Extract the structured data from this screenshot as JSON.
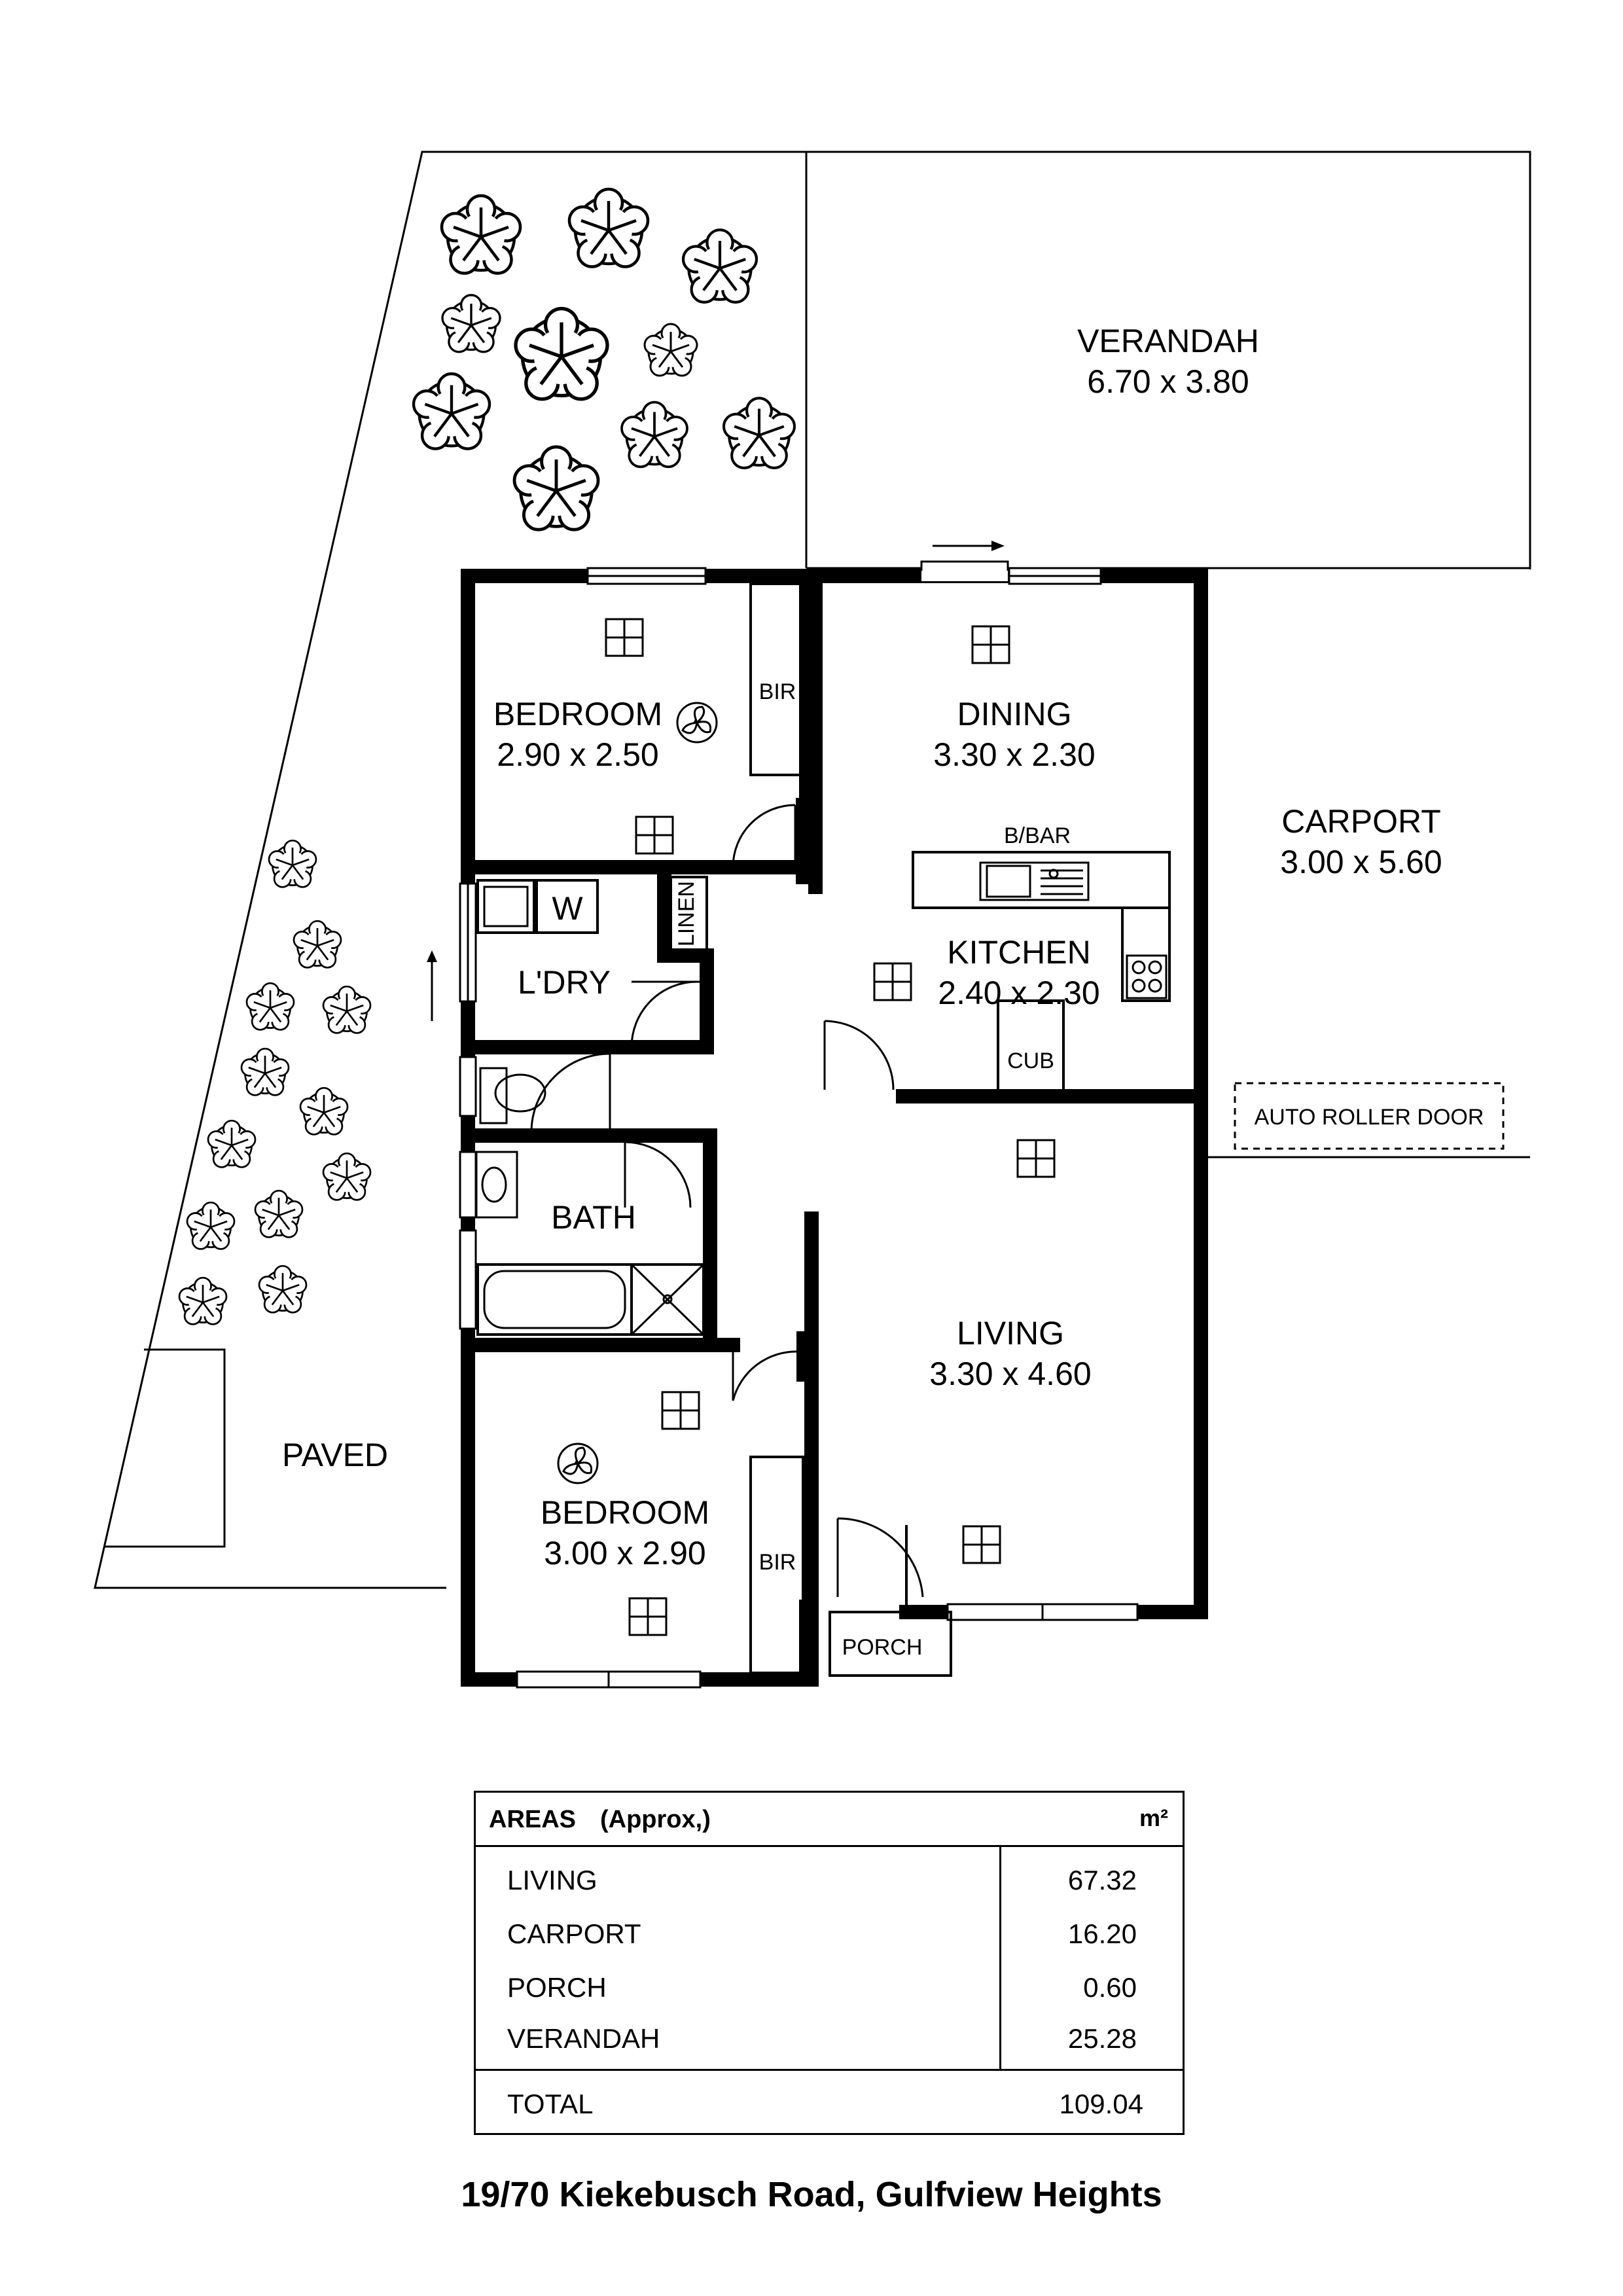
{
  "rooms": {
    "verandah": {
      "name": "VERANDAH",
      "dims": "6.70 x 3.80"
    },
    "bedroom1": {
      "name": "BEDROOM",
      "dims": "2.90 x 2.50"
    },
    "dining": {
      "name": "DINING",
      "dims": "3.30 x 2.30"
    },
    "carport": {
      "name": "CARPORT",
      "dims": "3.00 x 5.60"
    },
    "kitchen": {
      "name": "KITCHEN",
      "dims": "2.40 x 2.30"
    },
    "living": {
      "name": "LIVING",
      "dims": "3.30 x 4.60"
    },
    "bedroom2": {
      "name": "BEDROOM",
      "dims": "3.00 x 2.90"
    }
  },
  "labels": {
    "bir_top": "BIR",
    "bir_bottom": "BIR",
    "w": "W",
    "linen": "LINEN",
    "ldry": "L'DRY",
    "bath": "BATH",
    "bbar": "B/BAR",
    "cub": "CUB",
    "auto_roller": "AUTO ROLLER DOOR",
    "paved": "PAVED",
    "porch": "PORCH"
  },
  "areas": {
    "title": "AREAS",
    "subtitle": "(Approx,)",
    "unit": "m²",
    "rows": [
      {
        "name": "LIVING",
        "value": "67.32"
      },
      {
        "name": "CARPORT",
        "value": "16.20"
      },
      {
        "name": "PORCH",
        "value": "0.60"
      },
      {
        "name": "VERANDAH",
        "value": "25.28"
      }
    ],
    "total_label": "TOTAL",
    "total_value": "109.04"
  },
  "address": "19/70 Kiekebusch Road, Gulfview Heights"
}
